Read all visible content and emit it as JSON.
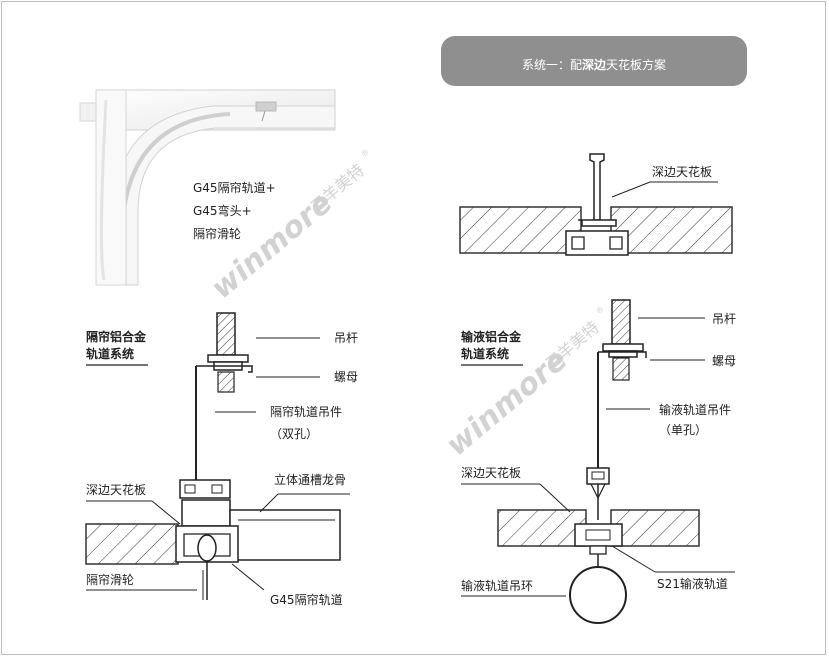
{
  "header": {
    "prefix": "系统一：配",
    "emphasis": "深边",
    "suffix": "天花板方案",
    "bg_color": "#8f8f8f",
    "text_color": "#ffffff"
  },
  "product": {
    "line1": "G45隔帘轨道+",
    "line2": "G45弯头+",
    "line3": "隔帘滑轮"
  },
  "watermark": {
    "latin": "winmore",
    "chinese": "五羊美特",
    "mark": "®"
  },
  "left_system": {
    "title_line1": "隔帘铝合金",
    "title_line2": "轨道系统",
    "labels": {
      "rod": "吊杆",
      "nut": "螺母",
      "hanger_line1": "隔帘轨道吊件",
      "hanger_line2": "（双孔）",
      "keel": "立体通槽龙骨",
      "ceiling": "深边天花板",
      "pulley": "隔帘滑轮",
      "track": "G45隔帘轨道"
    }
  },
  "right_top": {
    "labels": {
      "ceiling": "深边天花板"
    }
  },
  "right_system": {
    "title_line1": "输液铝合金",
    "title_line2": "轨道系统",
    "labels": {
      "rod": "吊杆",
      "nut": "螺母",
      "hanger_line1": "输液轨道吊件",
      "hanger_line2": "（单孔）",
      "ceiling": "深边天花板",
      "ring": "输液轨道吊环",
      "track": "S21输液轨道"
    }
  }
}
